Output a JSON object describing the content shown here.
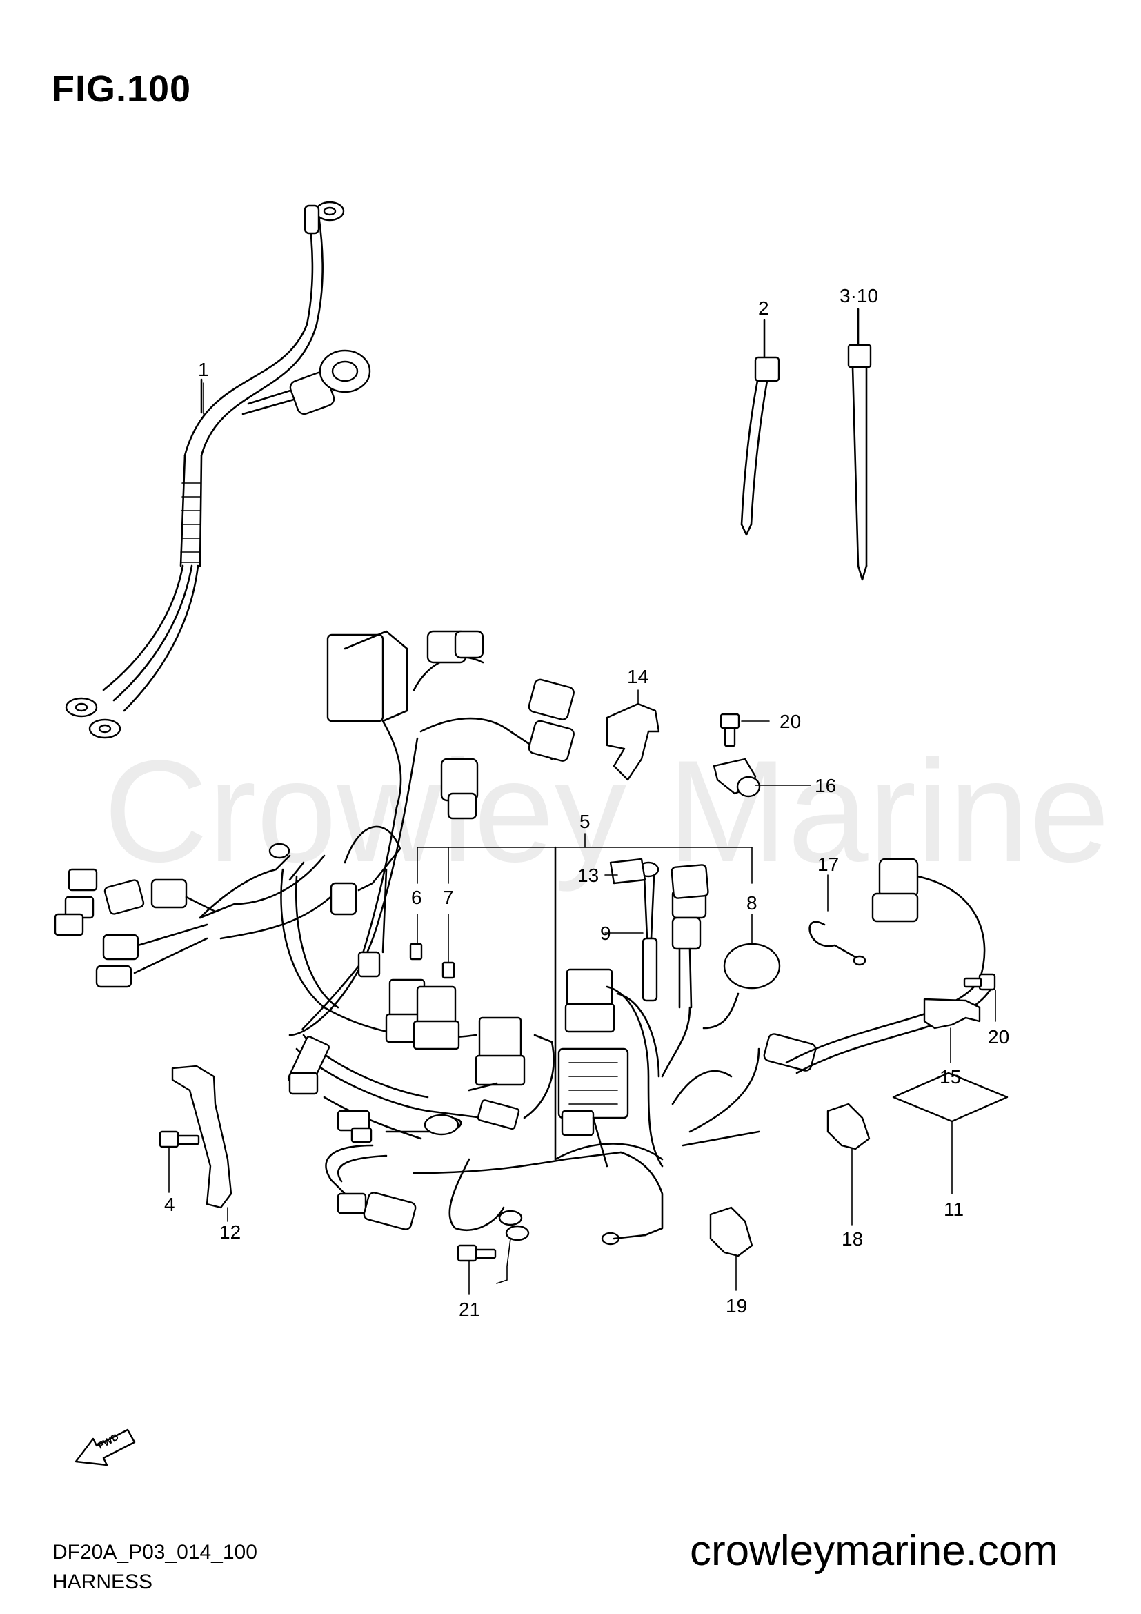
{
  "figure_title": "FIG.100",
  "diagram_code": "DF20A_P03_014_100",
  "diagram_name": "HARNESS",
  "website": "crowleymarine.com",
  "watermark": "Crowley Marine",
  "fwd_label": "FWD",
  "callouts": {
    "c1": "1",
    "c2": "2",
    "c3_10": "3·10",
    "c4": "4",
    "c5": "5",
    "c6": "6",
    "c7": "7",
    "c8": "8",
    "c9": "9",
    "c11": "11",
    "c12": "12",
    "c13": "13",
    "c14": "14",
    "c15": "15",
    "c16": "16",
    "c17": "17",
    "c18": "18",
    "c19": "19",
    "c20a": "20",
    "c20b": "20",
    "c21": "21"
  }
}
